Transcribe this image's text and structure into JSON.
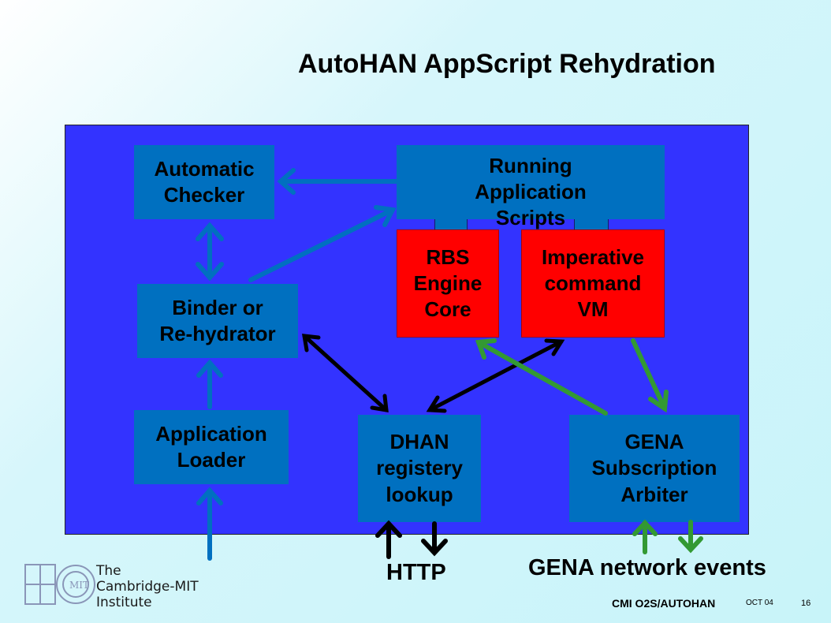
{
  "title": "AutoHAN AppScript Rehydration",
  "nodes": {
    "automatic_checker": "Automatic\nChecker",
    "running_scripts": "Running\nApplication\nScripts",
    "binder": "Binder or\nRe-hydrator",
    "rbs_engine": "RBS\nEngine\nCore",
    "imperative_vm": "Imperative\ncommand\nVM",
    "app_loader": "Application\nLoader",
    "dhan_lookup": "DHAN\nregistery\nlookup",
    "gena_arbiter": "GENA\nSubscription\nArbiter"
  },
  "labels": {
    "http": "HTTP",
    "gena_events": "GENA network events"
  },
  "footer": {
    "org": "CMI O2S/AUTOHAN",
    "date": "OCT 04",
    "page": "16"
  },
  "logo": {
    "line1": "The",
    "line2": "Cambridge-MIT",
    "line3": "Institute"
  },
  "colors": {
    "panel": "#3333ff",
    "box_blue": "#0070c0",
    "box_red": "#ff0000",
    "arrow_black": "#000000",
    "arrow_green": "#339933",
    "arrow_blue": "#0070c0"
  }
}
